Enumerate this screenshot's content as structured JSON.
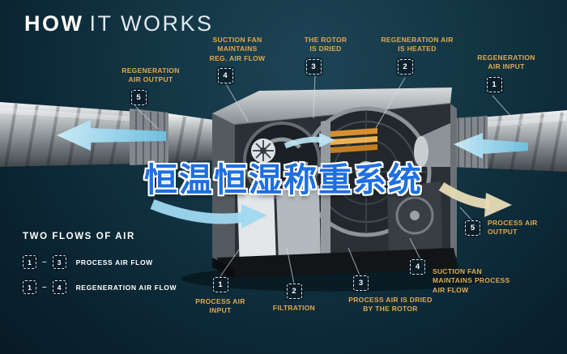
{
  "title": {
    "how": "HOW",
    "it_works": "IT WORKS"
  },
  "watermark": "恒温恒湿称重系统",
  "regeneration_callouts": [
    {
      "num": "1",
      "label": "REGENERATION\nAIR INPUT"
    },
    {
      "num": "2",
      "label": "REGENERATION AIR\nIS HEATED"
    },
    {
      "num": "3",
      "label": "THE ROTOR\nIS DRIED"
    },
    {
      "num": "4",
      "label": "SUCTION FAN\nMAINTAINS\nREG. AIR FLOW"
    },
    {
      "num": "5",
      "label": "REGENERATION\nAIR OUTPUT"
    }
  ],
  "process_callouts": [
    {
      "num": "1",
      "label": "PROCESS AIR\nINPUT"
    },
    {
      "num": "2",
      "label": "FILTRATION"
    },
    {
      "num": "3",
      "label": "PROCESS AIR IS DRIED\nBY THE ROTOR"
    },
    {
      "num": "4",
      "label": "SUCTION FAN\nMAINTAINS PROCESS\nAIR FLOW"
    },
    {
      "num": "5",
      "label": "PROCESS AIR\nOUTPUT"
    }
  ],
  "legend": {
    "heading": "TWO FLOWS OF AIR",
    "separator": "–",
    "rows": [
      {
        "from": "1",
        "to": "3",
        "label": "PROCESS AIR FLOW"
      },
      {
        "from": "1",
        "to": "4",
        "label": "REGENERATION AIR FLOW"
      }
    ]
  },
  "colors": {
    "background": "#0e2a38",
    "label_gold": "#e2a94e",
    "arrow_blue": "#9fd9f0",
    "arrow_cream": "#e9dcb4",
    "watermark_blue": "#1e6fe0"
  }
}
